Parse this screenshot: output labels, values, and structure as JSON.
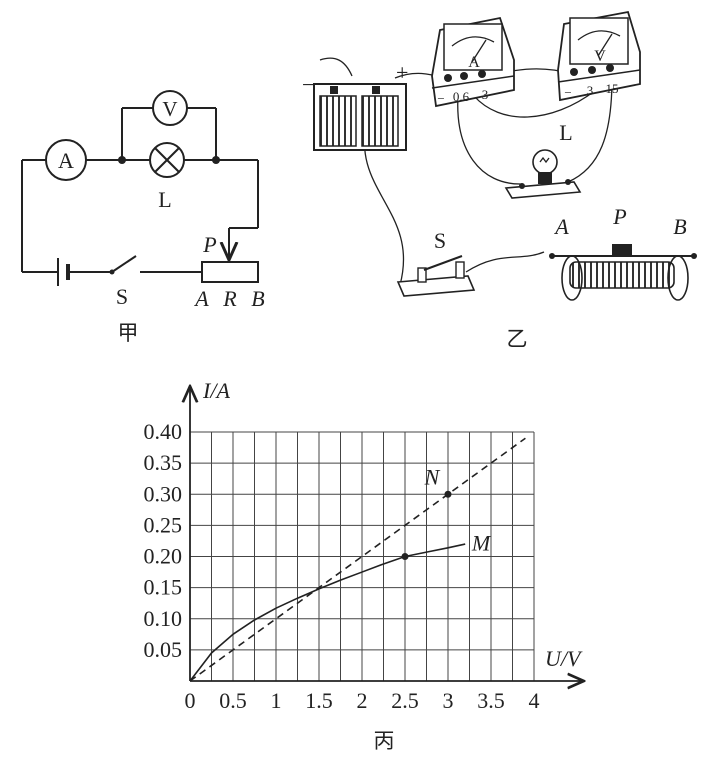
{
  "circuit_jia": {
    "ammeter_symbol": "A",
    "voltmeter_symbol": "V",
    "lamp_label": "L",
    "switch_label": "S",
    "slider_label": "P",
    "rheostat_end_a": "A",
    "rheostat_r": "R",
    "rheostat_end_b": "B",
    "caption": "甲"
  },
  "circuit_yi": {
    "battery_minus": "−",
    "battery_plus": "+",
    "ammeter_face_letter": "A",
    "ammeter_terminals": [
      "−",
      "0.6",
      "3"
    ],
    "voltmeter_face_letter": "V",
    "voltmeter_terminals": [
      "−",
      "3",
      "15"
    ],
    "lamp_label": "L",
    "switch_label": "S",
    "rheostat_end_a": "A",
    "rheostat_slider": "P",
    "rheostat_end_b": "B",
    "caption": "乙"
  },
  "graph_bing": {
    "caption": "丙",
    "chart_data": {
      "type": "line",
      "title": "",
      "xlabel": "U/V",
      "ylabel": "I/A",
      "xlim": [
        0,
        4
      ],
      "ylim": [
        0,
        0.4
      ],
      "x_ticks": [
        "0",
        "0.5",
        "1",
        "1.5",
        "2",
        "2.5",
        "3",
        "3.5",
        "4"
      ],
      "y_ticks": [
        "0.05",
        "0.10",
        "0.15",
        "0.20",
        "0.25",
        "0.30",
        "0.35",
        "0.40"
      ],
      "grid": true,
      "grid_step": {
        "x": 0.25,
        "y": 0.05
      },
      "series": [
        {
          "name": "M",
          "style": "solid",
          "x": [
            0,
            0.25,
            0.5,
            0.75,
            1.0,
            1.25,
            1.5,
            1.75,
            2.0,
            2.25,
            2.5,
            2.75,
            3.0,
            3.2
          ],
          "y": [
            0,
            0.045,
            0.075,
            0.098,
            0.117,
            0.133,
            0.148,
            0.162,
            0.175,
            0.188,
            0.2,
            0.207,
            0.214,
            0.22
          ]
        },
        {
          "name": "N",
          "style": "dashed",
          "x": [
            0,
            3.9
          ],
          "y": [
            0,
            0.39
          ]
        }
      ],
      "points": [
        {
          "label": "M",
          "x": 2.5,
          "y": 0.2
        },
        {
          "label": "N",
          "x": 3.0,
          "y": 0.3
        }
      ]
    }
  }
}
